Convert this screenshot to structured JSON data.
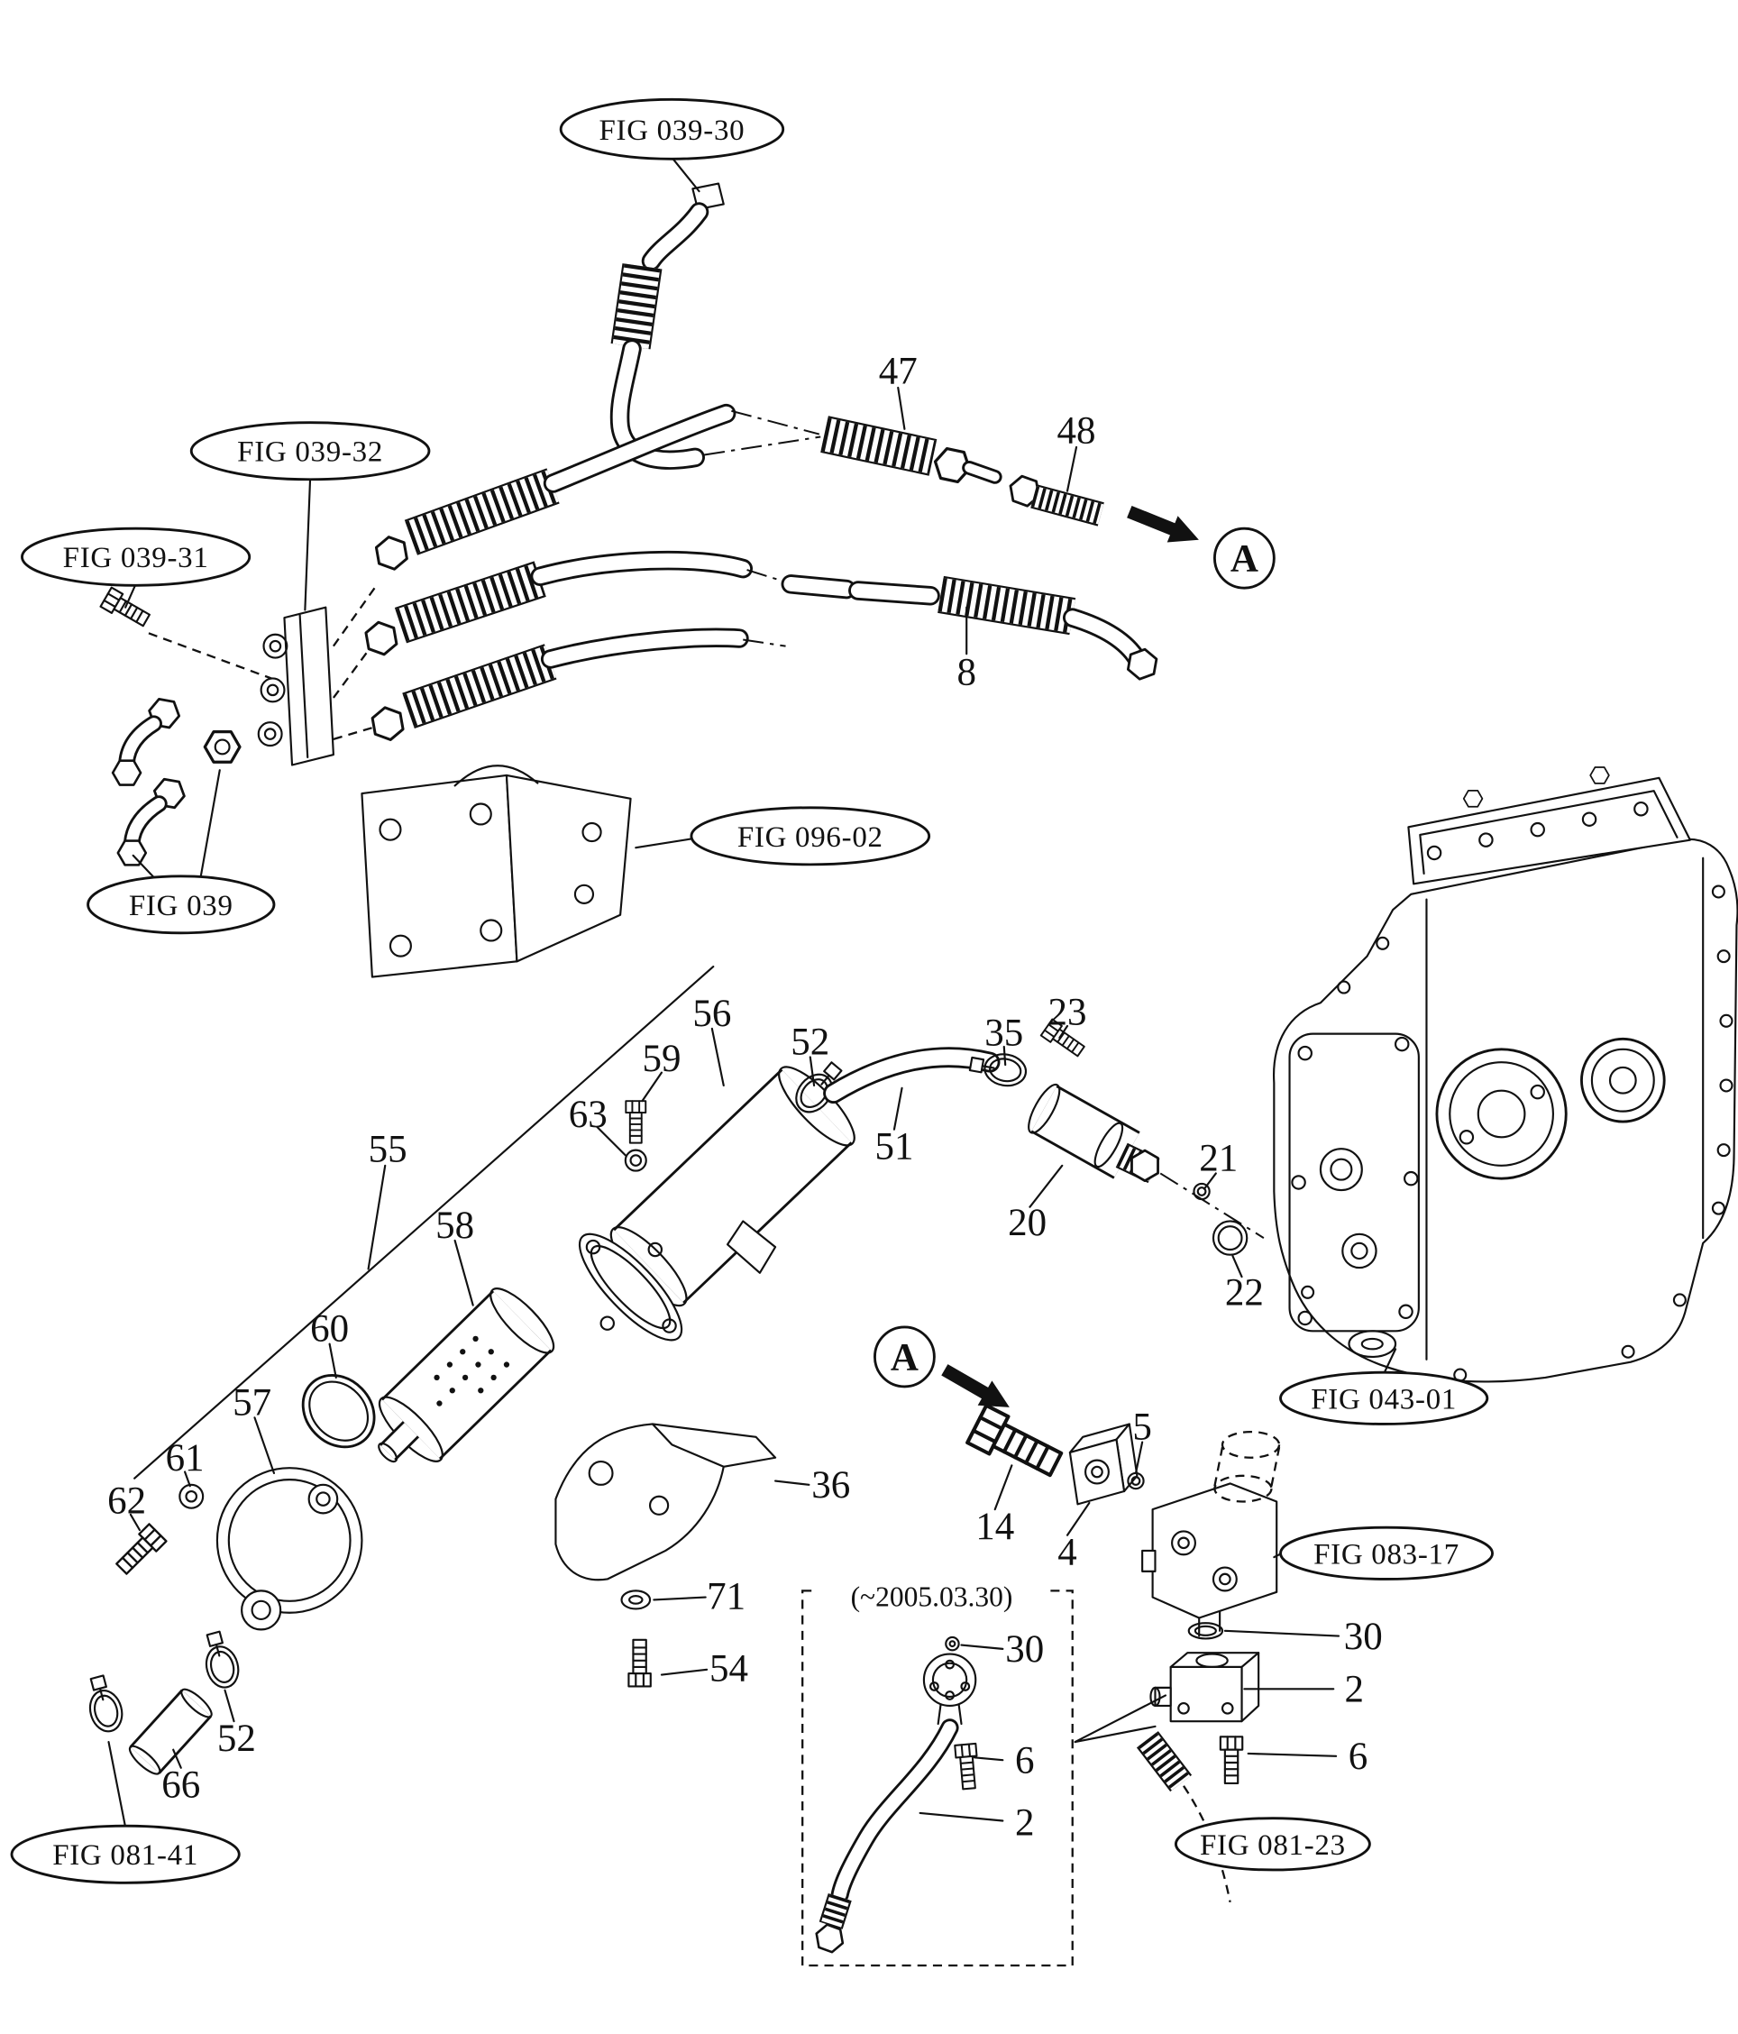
{
  "figure": {
    "type": "exploded-parts-diagram",
    "subject": "hydraulic oil cooler / filter piping",
    "line_color": "#111111",
    "background": "#ffffff"
  },
  "fig_refs": {
    "f039_30": "FIG 039-30",
    "f039_32": "FIG 039-32",
    "f039_31": "FIG 039-31",
    "f039": "FIG 039",
    "f096_02": "FIG 096-02",
    "f043_01": "FIG 043-01",
    "f083_17": "FIG 083-17",
    "f081_41": "FIG 081-41",
    "f081_23": "FIG 081-23"
  },
  "part_numbers": {
    "p2": "2",
    "p4": "4",
    "p5": "5",
    "p6": "6",
    "p8": "8",
    "p14": "14",
    "p20": "20",
    "p21": "21",
    "p22": "22",
    "p23": "23",
    "p30": "30",
    "p35": "35",
    "p36": "36",
    "p47": "47",
    "p48": "48",
    "p51": "51",
    "p52": "52",
    "p54": "54",
    "p55": "55",
    "p56": "56",
    "p57": "57",
    "p58": "58",
    "p59": "59",
    "p60": "60",
    "p61": "61",
    "p62": "62",
    "p63": "63",
    "p66": "66",
    "p71": "71"
  },
  "markers": {
    "detail_a": "A"
  },
  "notes": {
    "date_applicability": "(~2005.03.30)"
  }
}
